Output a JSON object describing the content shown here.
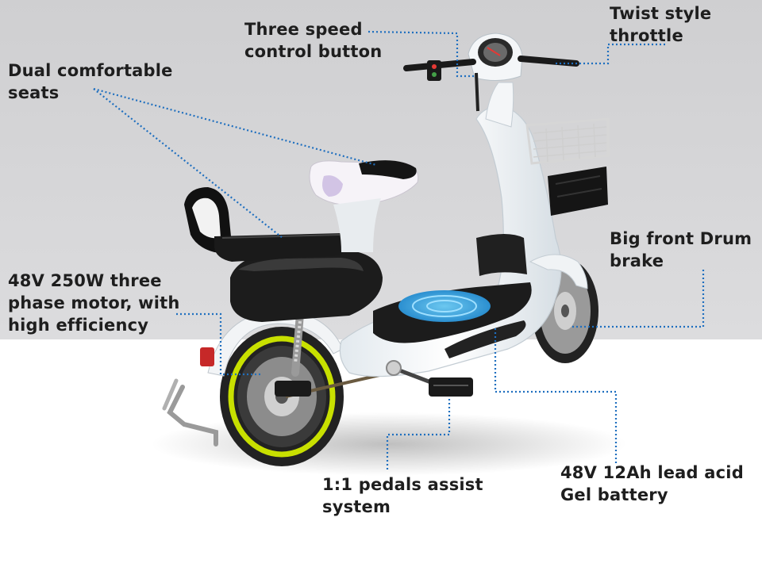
{
  "colors": {
    "backdrop": "#d8d8d8",
    "floor": "#ffffff",
    "leader_line": "#1f6fbf",
    "label_text": "#1e1e1e",
    "scooter_body": "#eef2f4",
    "scooter_trim": "#1a1a1a",
    "wheel_accent": "#c8e000",
    "footboard_mat": "#3aa6e0"
  },
  "callouts": {
    "seats": {
      "line1": "Dual comfortable",
      "line2": "seats"
    },
    "speed_button": {
      "line1": "Three speed",
      "line2": "control button"
    },
    "throttle": {
      "line1": "Twist style",
      "line2": "throttle"
    },
    "drum_brake": {
      "line1": "Big front Drum",
      "line2": "brake"
    },
    "motor": {
      "line1": "48V 250W three",
      "line2": "phase motor, with",
      "line3": "high efficiency"
    },
    "pedals": {
      "line1": "1:1 pedals assist",
      "line2": "system"
    },
    "battery": {
      "line1": "48V 12Ah lead acid",
      "line2": "Gel battery"
    }
  }
}
